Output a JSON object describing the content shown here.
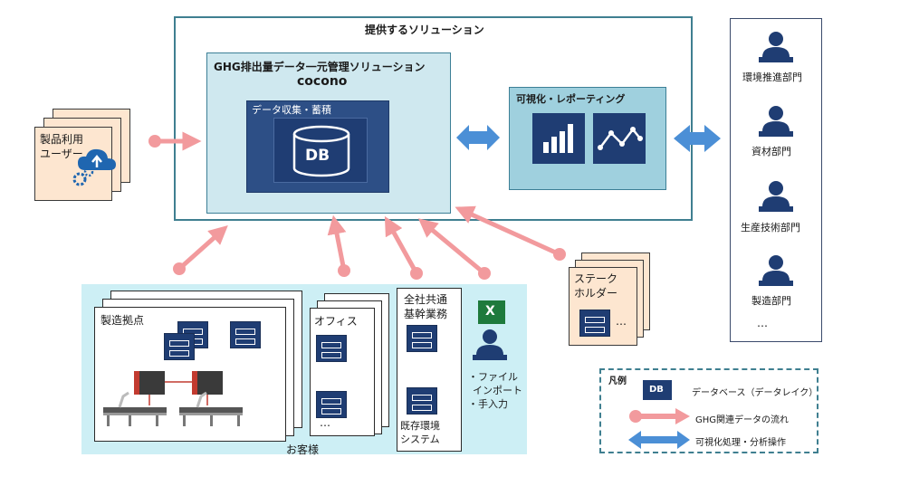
{
  "solution": {
    "title": "提供するソリューション"
  },
  "cocono": {
    "title_line1": "GHG排出量データ一元管理ソリューション",
    "title_line2": "cocono",
    "collect_label": "データ収集・蓄積",
    "db_label": "DB"
  },
  "visualization": {
    "label": "可視化・レポーティング"
  },
  "product_users": {
    "line1": "製品利用",
    "line2": "ユーザー"
  },
  "departments": {
    "items": [
      "環境推進部門",
      "資材部門",
      "生産技術部門",
      "製造部門"
    ],
    "more": "…"
  },
  "customers": {
    "label": "お客様",
    "factory": "製造拠点",
    "office": "オフィス",
    "office_more": "…",
    "core_line1": "全社共通",
    "core_line2": "基幹業務",
    "legacy_line1": "既存環境",
    "legacy_line2": "システム",
    "manual_line1": "・ファイル",
    "manual_line2": "インポート",
    "manual_line3": "・手入力",
    "excel_letter": "X"
  },
  "stakeholder": {
    "line1": "ステーク",
    "line2": "ホルダー",
    "more": "…"
  },
  "legend": {
    "title": "凡例",
    "db_icon": "DB",
    "db_desc": "データベース（データレイク）",
    "flow_desc": "GHG関連データの流れ",
    "ops_desc": "可視化処理・分析操作"
  },
  "colors": {
    "flow": "#f29a9d",
    "ops": "#4b8fd6",
    "navy": "#1f3d73",
    "teal_border": "#3f7f90",
    "customer_bg": "#cdeff5",
    "user_bg": "#fde6d0"
  }
}
